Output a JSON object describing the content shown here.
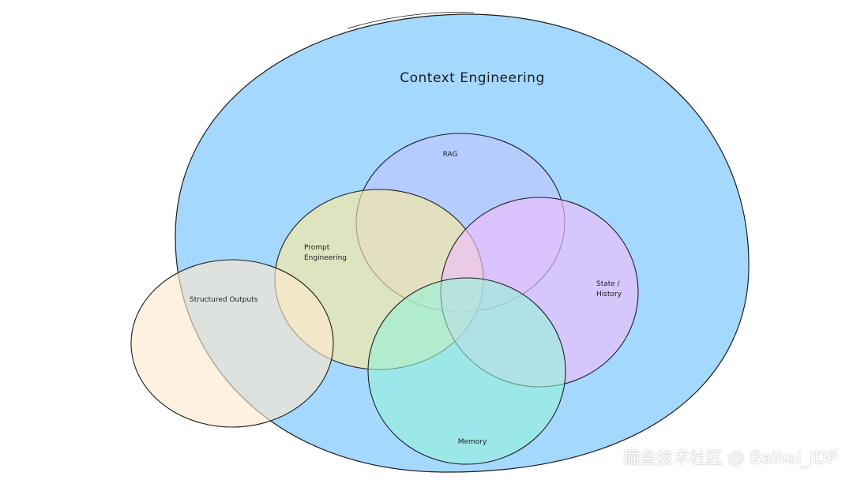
{
  "diagram": {
    "title": "Context Engineering",
    "nodes": [
      {
        "id": "context",
        "label": "Context Engineering",
        "color": "#a5d8ff"
      },
      {
        "id": "rag",
        "label": "RAG",
        "color": "#bac8ff"
      },
      {
        "id": "prompt",
        "label_lines": [
          "Prompt",
          "Engineering"
        ],
        "color": "#ffec99"
      },
      {
        "id": "state",
        "label_lines": [
          "State /",
          "History"
        ],
        "color": "#eebefa"
      },
      {
        "id": "memory",
        "label": "Memory",
        "color": "#96f2d7"
      },
      {
        "id": "structured",
        "label": "Structured Outputs",
        "color": "#ffe8cc"
      }
    ],
    "stroke_color": "#1e1e1e"
  },
  "watermark": "掘金技术社区 @ Baihai_IDP"
}
